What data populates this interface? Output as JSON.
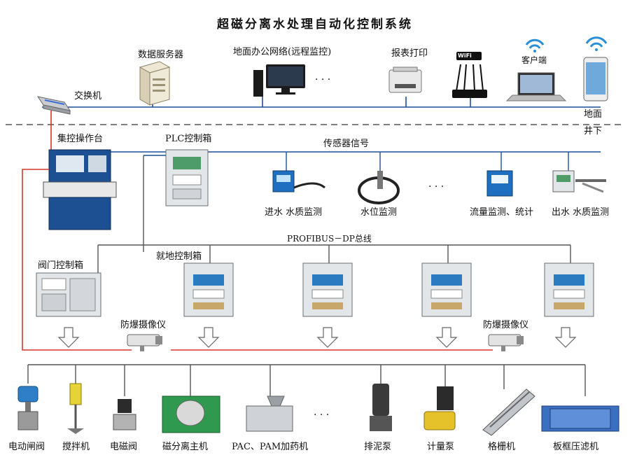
{
  "title": "超磁分离水处理自动化控制系统",
  "network": {
    "switch": "交换机",
    "server": "数据服务器",
    "office": "地面办公网络(远程监控)",
    "printer": "报表打印",
    "wifi": "WiFi",
    "client": "客户端",
    "ground": "地面",
    "underground": "井下",
    "ellipsis": "· · ·"
  },
  "control": {
    "console": "集控操作台",
    "plc": "PLC控制箱",
    "sensor_signal": "传感器信号",
    "inflow_quality": "进水 水质监测",
    "level": "水位监测",
    "flow": "流量监测、统计",
    "outflow_quality": "出水 水质监测",
    "ellipsis": "· · ·"
  },
  "field": {
    "bus": "PROFIBUS－DP总线",
    "valve_box": "阀门控制箱",
    "local_box": "就地控制箱",
    "camera_left": "防爆摄像仪",
    "camera_right": "防爆摄像仪"
  },
  "devices": [
    "电动闸阀",
    "搅拌机",
    "电磁阀",
    "磁分离主机",
    "PAC、PAM加药机",
    "排泥泵",
    "计量泵",
    "格栅机",
    "板框压滤机"
  ],
  "devices_ellipsis": "· · ·",
  "colors": {
    "ethernet": "#1f4e9b",
    "control_line": "#d9342b",
    "bus_line": "#555555",
    "panel": "#e3e6e9",
    "console_blue": "#1d4f93"
  }
}
